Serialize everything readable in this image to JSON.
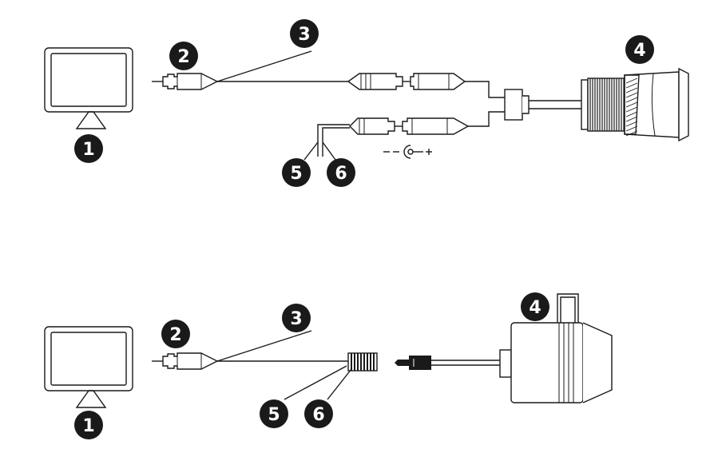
{
  "labels": {
    "top": {
      "monitor": "1",
      "rca_plug": "2",
      "video_cable": "3",
      "camera": "4",
      "wire_a": "5",
      "wire_b": "6"
    },
    "bottom": {
      "monitor": "1",
      "rca_plug": "2",
      "video_cable": "3",
      "camera": "4",
      "wire_a": "5",
      "wire_b": "6"
    }
  },
  "power_polarity": {
    "minus": "–",
    "plus": "+"
  },
  "colors": {
    "ink": "#1a1a1a",
    "background": "#ffffff"
  }
}
